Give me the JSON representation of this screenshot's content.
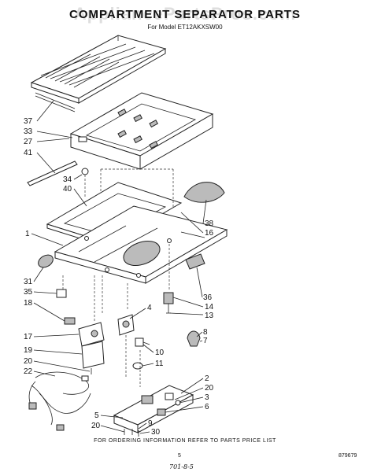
{
  "watermark": "AppliancePartsPros.com",
  "title": "COMPARTMENT SEPARATOR PARTS",
  "model_line": "For Model ET12AKXSW00",
  "footer_note": "FOR ORDERING INFORMATION REFER TO PARTS PRICE LIST",
  "page_number": "5",
  "doc_number": "879679",
  "hand_note": "701-8-5",
  "callouts": [
    "37",
    "33",
    "27",
    "41",
    "34",
    "40",
    "1",
    "38",
    "16",
    "31",
    "35",
    "18",
    "17",
    "19",
    "20",
    "22",
    "4",
    "36",
    "14",
    "13",
    "8",
    "7",
    "10",
    "11",
    "2",
    "20",
    "3",
    "6",
    "5",
    "20",
    "9",
    "30"
  ]
}
